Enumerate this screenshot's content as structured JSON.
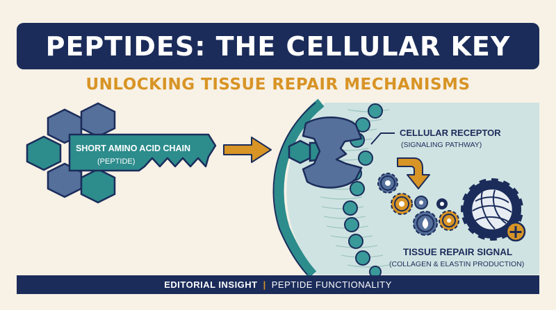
{
  "header": {
    "title": "PEPTIDES: THE CELLULAR KEY",
    "subtitle": "UNLOCKING TISSUE REPAIR MECHANISMS"
  },
  "key": {
    "label": "SHORT AMINO ACID CHAIN",
    "sublabel": "(PEPTIDE)"
  },
  "receptor": {
    "label": "CELLULAR RECEPTOR",
    "sublabel": "(SIGNALING PATHWAY)"
  },
  "repair": {
    "label": "TISSUE REPAIR SIGNAL",
    "sublabel": "(COLLAGEN & ELASTIN PRODUCTION)"
  },
  "footer": {
    "left": "EDITORIAL INSIGHT",
    "separator": "|",
    "right": "PEPTIDE FUNCTIONALITY"
  },
  "colors": {
    "navy": "#1b2c5a",
    "teal": "#2d8c8c",
    "slate_blue": "#55709a",
    "orange": "#d89425",
    "cream": "#f7f1e6",
    "cell_interior": "#cfe3e2"
  },
  "icons": [
    "hexagon-icon",
    "arrow-right-icon",
    "receptor-icon",
    "gear-icon",
    "collagen-fiber-icon",
    "plus-icon",
    "curved-arrow-icon"
  ]
}
